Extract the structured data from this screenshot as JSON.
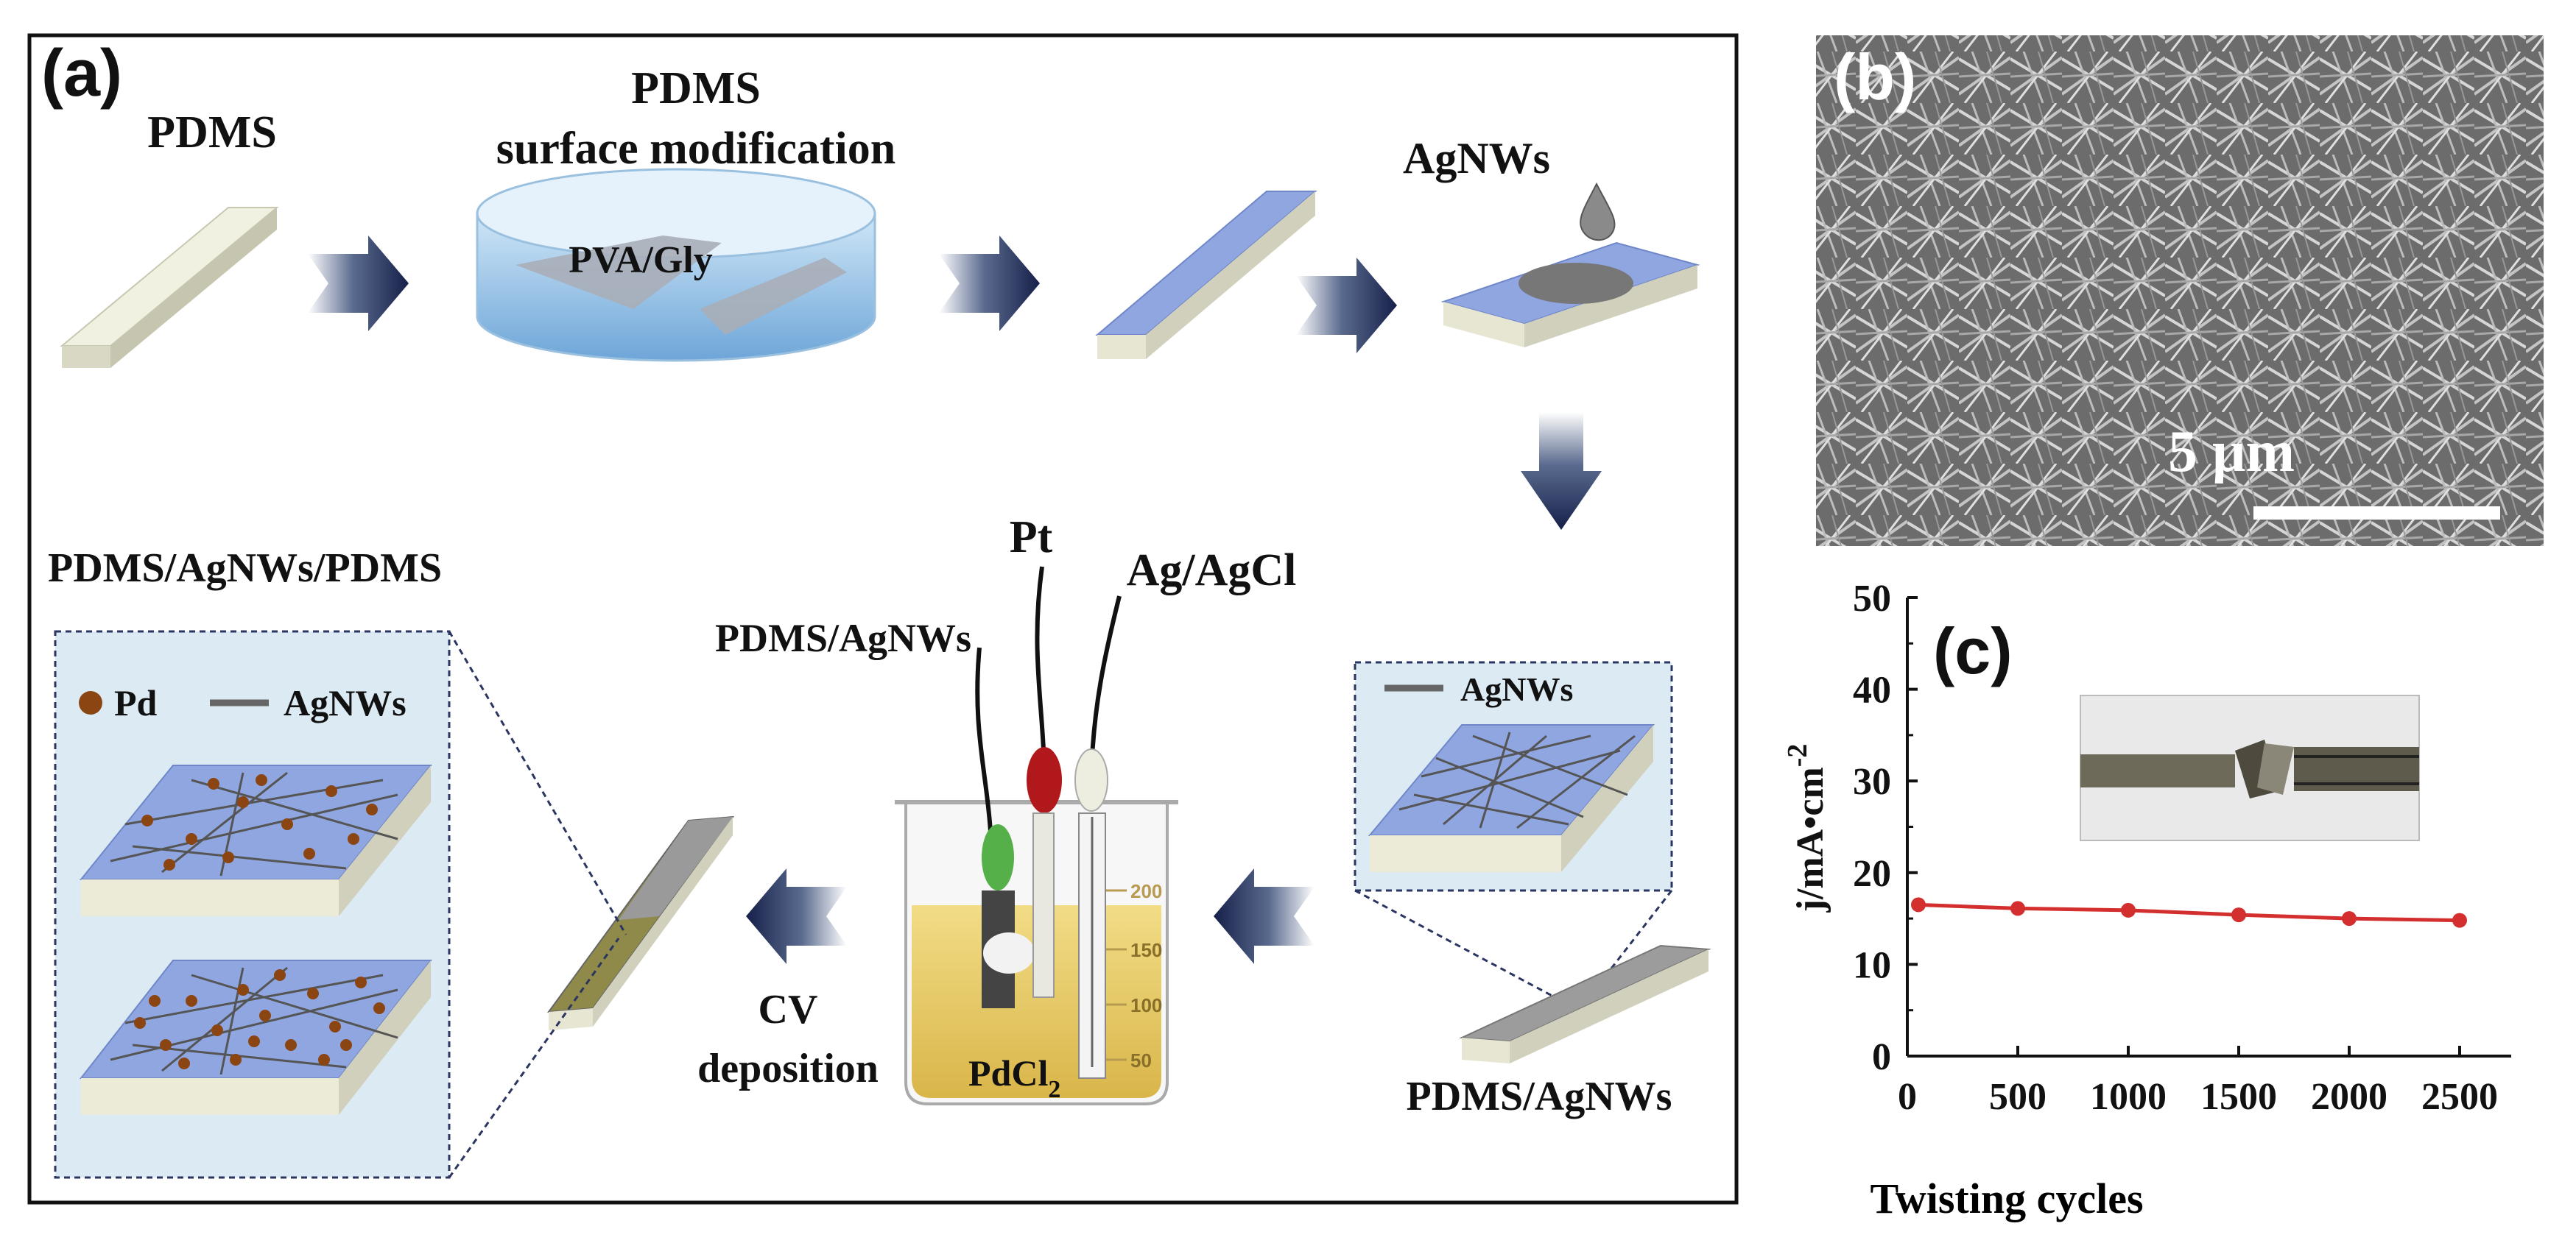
{
  "panel_a": {
    "letter": "(a)",
    "labels": {
      "pdms": "PDMS",
      "pdms_mod_line1": "PDMS",
      "pdms_mod_line2": "surface modification",
      "pva_gly": "PVA/Gly",
      "agnws_top": "AgNWs",
      "composite": "PDMS/AgNWs/PDMS",
      "legend_pd": "Pd",
      "legend_agnws": "AgNWs",
      "pt": "Pt",
      "agagcl": "Ag/AgCl",
      "pdms_agnws_electrode": "PDMS/AgNWs",
      "cv_line1": "CV",
      "cv_line2": "deposition",
      "pdcl2": "PdCl",
      "pdcl2_sub": "2",
      "inset_agnws": "AgNWs",
      "pdms_agnws_bottom": "PDMS/AgNWs",
      "beaker_ticks": [
        "200",
        "150",
        "100",
        "50"
      ]
    }
  },
  "panel_b": {
    "letter": "(b)",
    "scale_label": "5 μm"
  },
  "panel_c": {
    "letter": "(c)",
    "chart_data": {
      "type": "line",
      "xlabel": "Twisting cycles",
      "ylabel": "j/mA•cm",
      "ylabel_sup": "-2",
      "x_ticks": [
        0,
        500,
        1000,
        1500,
        2000,
        2500
      ],
      "y_ticks": [
        0,
        10,
        20,
        30,
        40,
        50
      ],
      "xlim": [
        0,
        2500
      ],
      "ylim": [
        0,
        50
      ],
      "series": [
        {
          "color": "#d32f2f",
          "x": [
            50,
            500,
            1000,
            1500,
            2000,
            2500
          ],
          "y": [
            16.5,
            16.1,
            15.9,
            15.4,
            15.0,
            14.8
          ]
        }
      ]
    }
  },
  "colors": {
    "arrow": "#1c2a52",
    "pdms": "#eeeedd",
    "modified": "#8fa6e0",
    "inset_bg": "#dceaf3",
    "red_line": "#d32f2f"
  }
}
